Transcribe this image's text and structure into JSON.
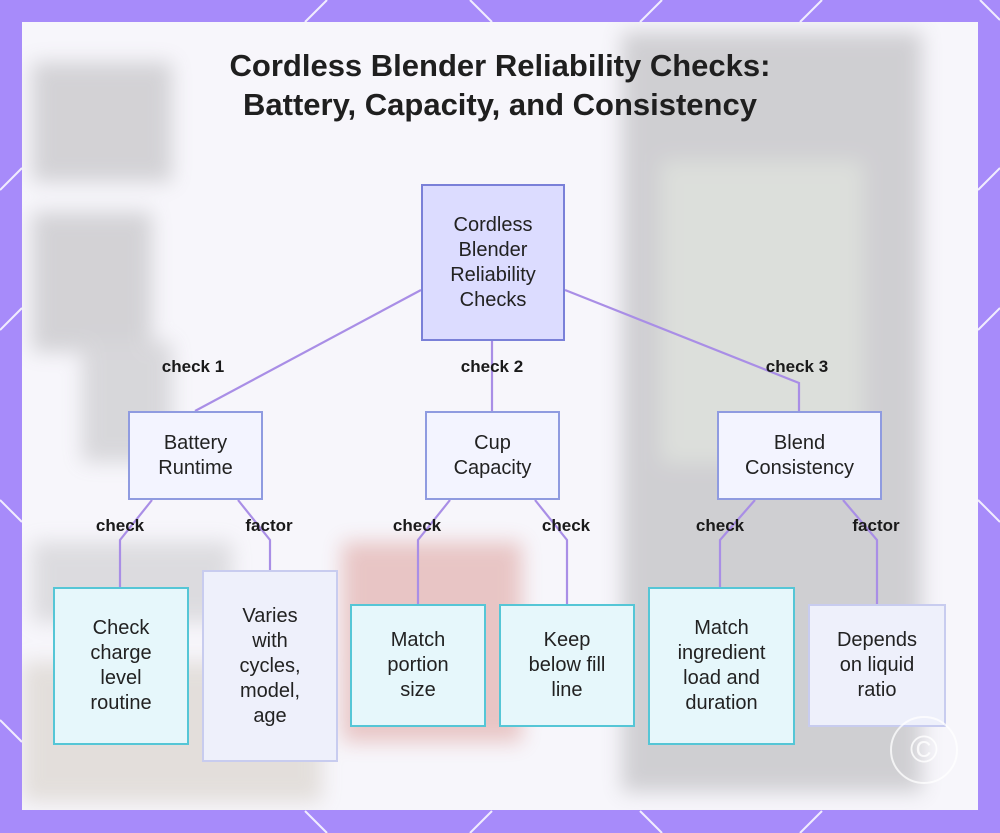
{
  "title": {
    "line1": "Cordless Blender Reliability Checks:",
    "line2": "Battery, Capacity, and Consistency"
  },
  "diagram": {
    "root": {
      "label": "Cordless\nBlender\nReliability\nChecks"
    },
    "branches": [
      {
        "edge_label": "check 1",
        "label": "Battery\nRuntime",
        "children": [
          {
            "edge_label": "check",
            "kind": "check",
            "label": "Check\ncharge\nlevel\nroutine"
          },
          {
            "edge_label": "factor",
            "kind": "factor",
            "label": "Varies\nwith\ncycles,\nmodel,\nage"
          }
        ]
      },
      {
        "edge_label": "check 2",
        "label": "Cup\nCapacity",
        "children": [
          {
            "edge_label": "check",
            "kind": "check",
            "label": "Match\nportion\nsize"
          },
          {
            "edge_label": "check",
            "kind": "check",
            "label": "Keep\nbelow fill\nline"
          }
        ]
      },
      {
        "edge_label": "check 3",
        "label": "Blend\nConsistency",
        "children": [
          {
            "edge_label": "check",
            "kind": "check",
            "label": "Match\ningredient\nload and\nduration"
          },
          {
            "edge_label": "factor",
            "kind": "factor",
            "label": "Depends\non liquid\nratio"
          }
        ]
      }
    ]
  },
  "colors": {
    "frame": "#a78bfa",
    "edge": "#a98ee6",
    "root_fill": "#dcdcff",
    "check_border": "#55c6d6",
    "factor_border": "#c8ccef"
  }
}
